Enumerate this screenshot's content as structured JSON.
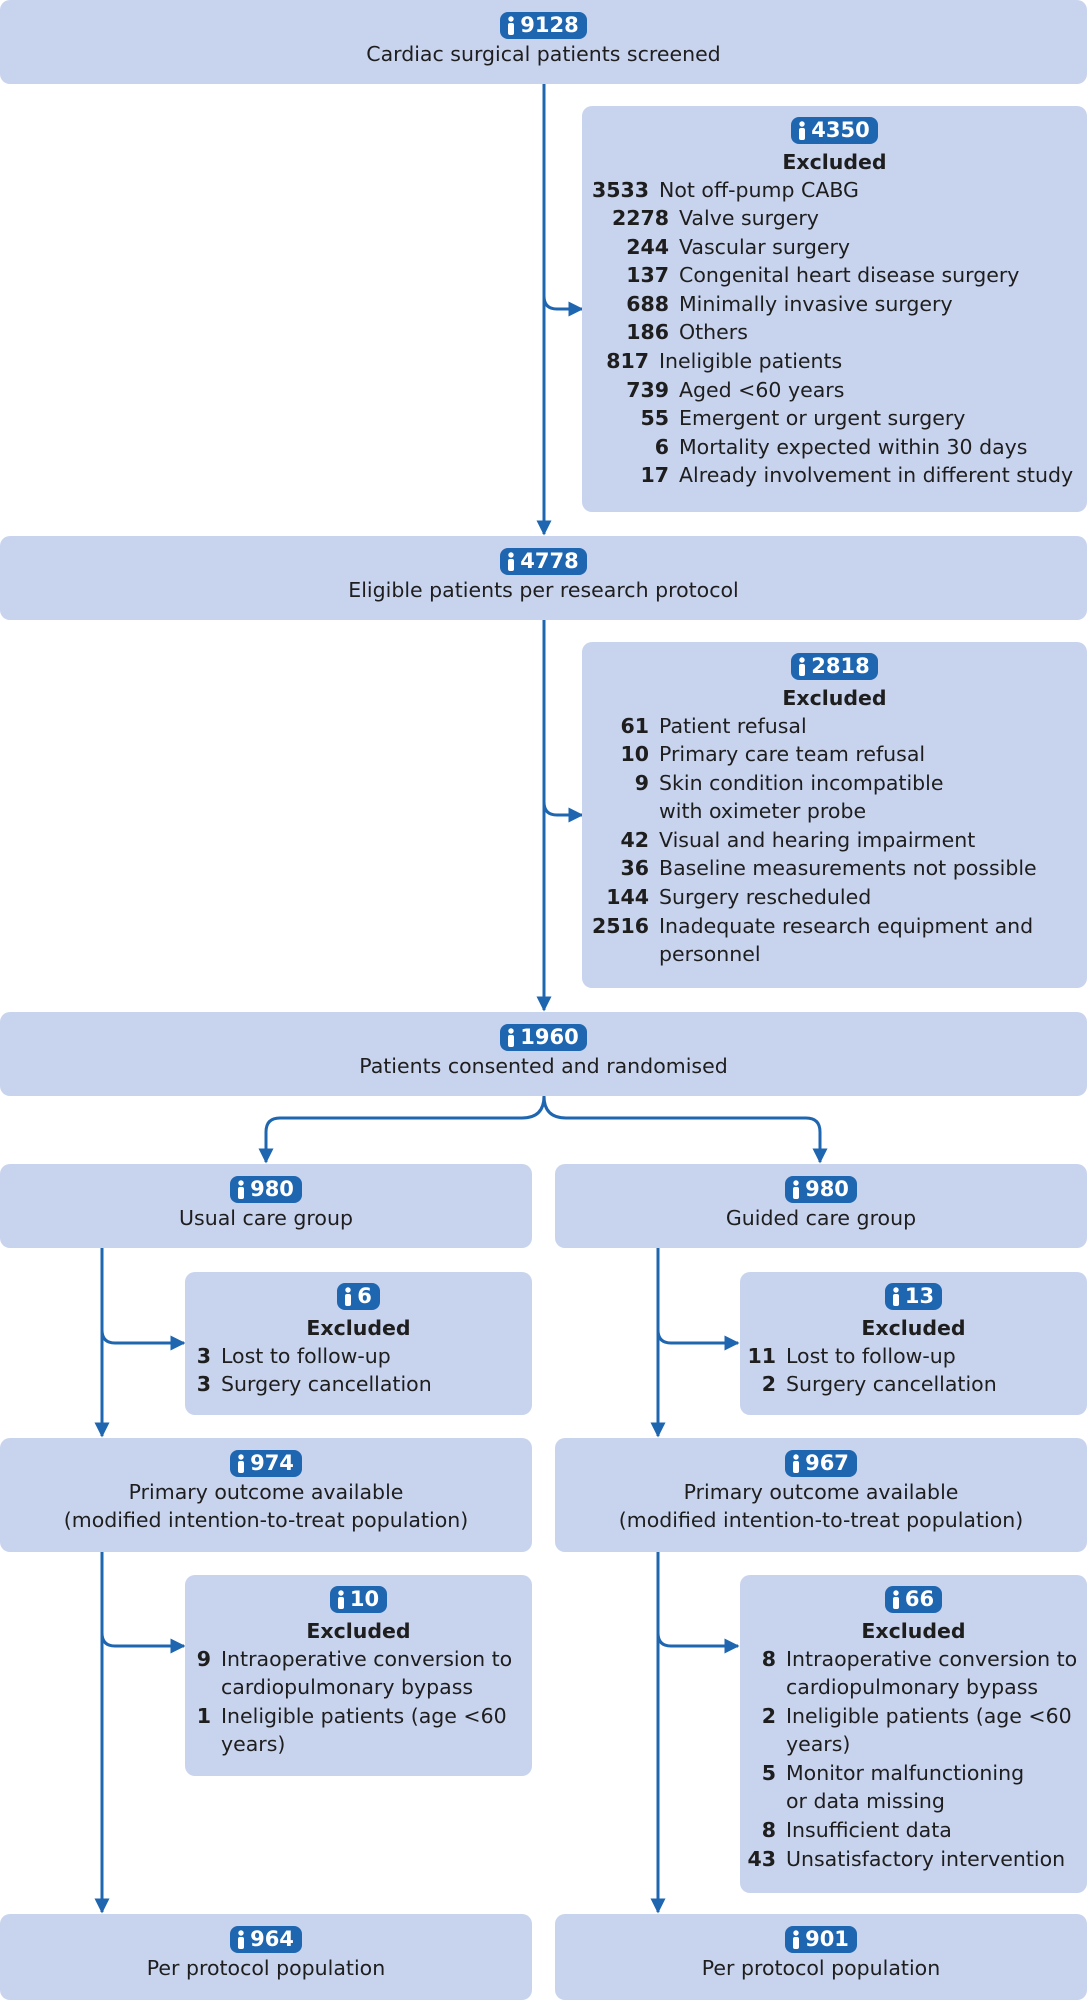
{
  "colors": {
    "box": "#c8d3ee",
    "accent": "#1f66b1",
    "text": "#1e1e1e"
  },
  "icons": {
    "badge": "person-icon"
  },
  "screened": {
    "count": "9128",
    "label": "Cardiac surgical patients screened"
  },
  "excluded1": {
    "count": "4350",
    "title": "Excluded",
    "items": [
      {
        "n": "3533",
        "label": "Not off-pump CABG"
      },
      {
        "n": "2278",
        "label": "Valve surgery"
      },
      {
        "n": "244",
        "label": "Vascular surgery"
      },
      {
        "n": "137",
        "label": "Congenital heart disease surgery"
      },
      {
        "n": "688",
        "label": "Minimally invasive surgery"
      },
      {
        "n": "186",
        "label": "Others"
      },
      {
        "n": "817",
        "label": "Ineligible patients"
      },
      {
        "n": "739",
        "label": "Aged <60 years"
      },
      {
        "n": "55",
        "label": "Emergent or urgent surgery"
      },
      {
        "n": "6",
        "label": "Mortality expected within 30 days"
      },
      {
        "n": "17",
        "label": "Already involvement in different study"
      }
    ]
  },
  "eligible": {
    "count": "4778",
    "label": "Eligible patients per research protocol"
  },
  "excluded2": {
    "count": "2818",
    "title": "Excluded",
    "items": [
      {
        "n": "61",
        "label": "Patient refusal"
      },
      {
        "n": "10",
        "label": "Primary care team refusal"
      },
      {
        "n": "9",
        "label": "Skin condition incompatible with oximeter probe"
      },
      {
        "n": "42",
        "label": "Visual and hearing impairment"
      },
      {
        "n": "36",
        "label": "Baseline measurements not possible"
      },
      {
        "n": "144",
        "label": "Surgery rescheduled"
      },
      {
        "n": "2516",
        "label": "Inadequate research equipment and personnel"
      }
    ]
  },
  "randomised": {
    "count": "1960",
    "label": "Patients consented and randomised"
  },
  "usual": {
    "count": "980",
    "label": "Usual care group"
  },
  "guided": {
    "count": "980",
    "label": "Guided care group"
  },
  "usual_excl1": {
    "count": "6",
    "title": "Excluded",
    "items": [
      {
        "n": "3",
        "label": "Lost to follow-up"
      },
      {
        "n": "3",
        "label": "Surgery cancellation"
      }
    ]
  },
  "guided_excl1": {
    "count": "13",
    "title": "Excluded",
    "items": [
      {
        "n": "11",
        "label": "Lost to follow-up"
      },
      {
        "n": "2",
        "label": "Surgery cancellation"
      }
    ]
  },
  "usual_primary": {
    "count": "974",
    "line1": "Primary outcome available",
    "line2": "(modified intention-to-treat population)"
  },
  "guided_primary": {
    "count": "967",
    "line1": "Primary outcome available",
    "line2": "(modified intention-to-treat population)"
  },
  "usual_excl2": {
    "count": "10",
    "title": "Excluded",
    "items": [
      {
        "n": "9",
        "label": "Intraoperative conversion to cardiopulmonary bypass"
      },
      {
        "n": "1",
        "label": "Ineligible patients (age <60 years)"
      }
    ]
  },
  "guided_excl2": {
    "count": "66",
    "title": "Excluded",
    "items": [
      {
        "n": "8",
        "label": "Intraoperative conversion to cardiopulmonary bypass"
      },
      {
        "n": "2",
        "label": "Ineligible patients (age <60 years)"
      },
      {
        "n": "5",
        "label": "Monitor malfunctioning or data missing"
      },
      {
        "n": "8",
        "label": "Insufficient data"
      },
      {
        "n": "43",
        "label": "Unsatisfactory intervention"
      }
    ]
  },
  "usual_pp": {
    "count": "964",
    "label": "Per protocol population"
  },
  "guided_pp": {
    "count": "901",
    "label": "Per protocol population"
  }
}
